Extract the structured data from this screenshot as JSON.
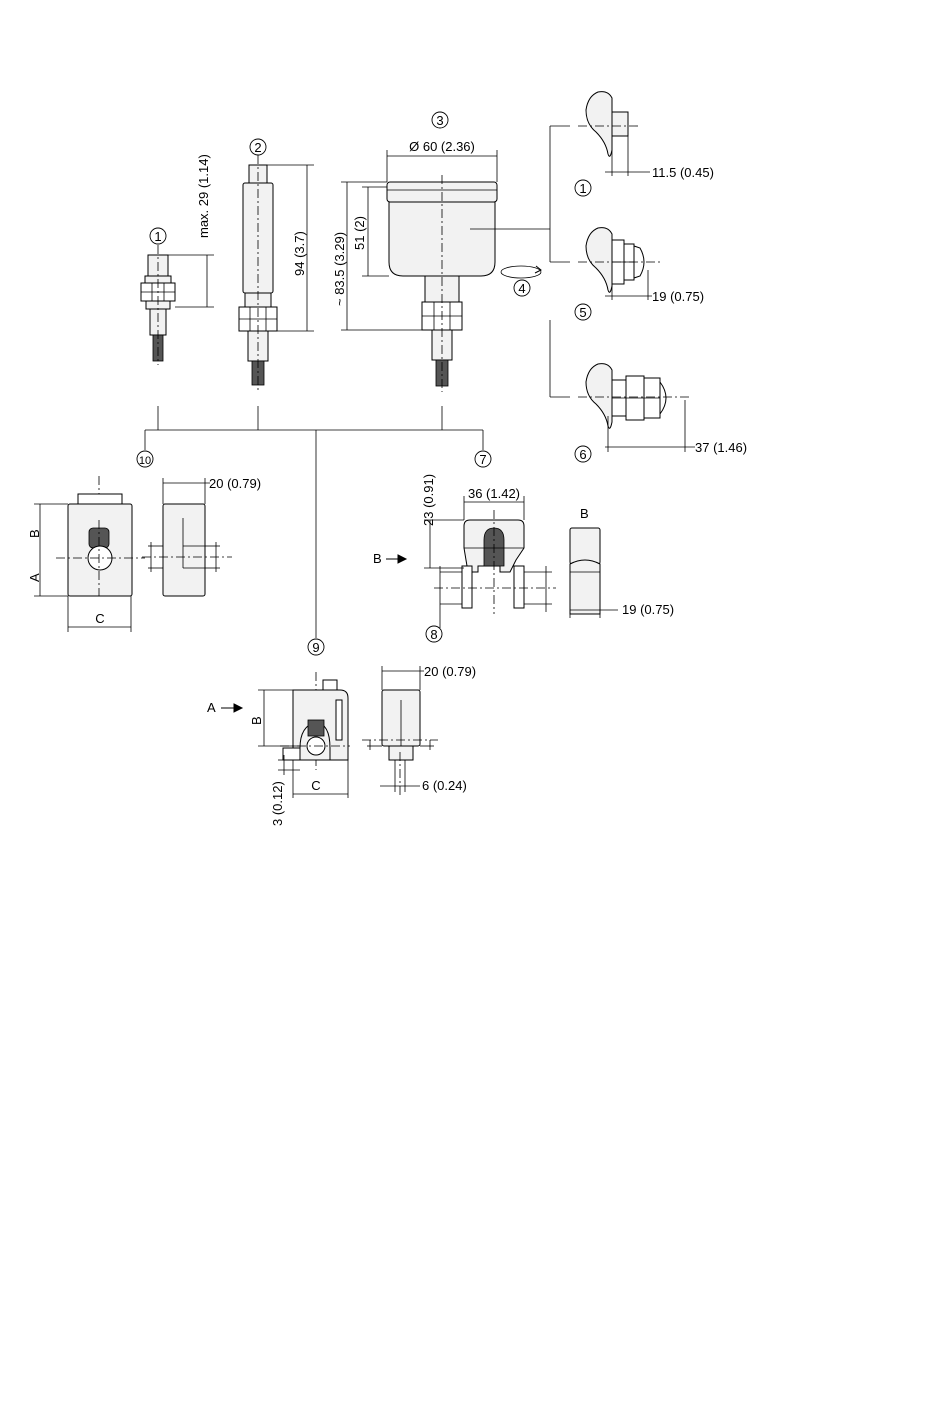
{
  "callouts": {
    "n1": "1",
    "n2": "2",
    "n3": "3",
    "n4": "4",
    "n1b": "1",
    "n5": "5",
    "n6": "6",
    "n7": "7",
    "n8": "8",
    "n9": "9",
    "n10": "10"
  },
  "dimensions": {
    "max29": "max. 29 (1.14)",
    "d94": "94 (3.7)",
    "dia60": "Ø 60 (2.36)",
    "d51": "51 (2)",
    "d835": "~ 83.5 (3.29)",
    "d115": "11.5 (0.45)",
    "d19a": "19 (0.75)",
    "d37": "37 (1.46)",
    "d20a": "20 (0.79)",
    "d23": "23 (0.91)",
    "d36": "36 (1.42)",
    "d19b": "19 (0.75)",
    "d20b": "20 (0.79)",
    "d3": "3 (0.12)",
    "d6": "6 (0.24)"
  },
  "labels": {
    "a1": "A",
    "b1": "B",
    "c1": "C",
    "b_arrow": "B",
    "b_view": "B",
    "a2": "A",
    "b2": "B",
    "c2": "C"
  },
  "icons": [
    "circled-number-icon",
    "rotation-arrow-icon",
    "direction-arrow-icon"
  ]
}
